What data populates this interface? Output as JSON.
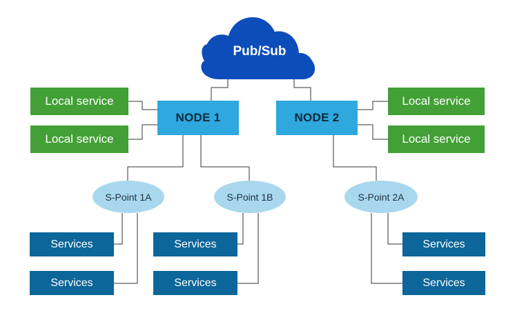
{
  "colors": {
    "cloud": "#0d4dba",
    "local": "#43a036",
    "node": "#2fa8de",
    "spoint": "#a9d8ee",
    "service": "#0d6699",
    "line": "#333333"
  },
  "cloud": {
    "label": "Pub/Sub"
  },
  "nodes": [
    {
      "label": "NODE 1"
    },
    {
      "label": "NODE 2"
    }
  ],
  "local_services": [
    {
      "label": "Local service"
    },
    {
      "label": "Local service"
    },
    {
      "label": "Local service"
    },
    {
      "label": "Local service"
    }
  ],
  "spoints": [
    {
      "label": "S-Point 1A"
    },
    {
      "label": "S-Point 1B"
    },
    {
      "label": "S-Point 2A"
    }
  ],
  "services": [
    {
      "label": "Services"
    },
    {
      "label": "Services"
    },
    {
      "label": "Services"
    },
    {
      "label": "Services"
    },
    {
      "label": "Services"
    },
    {
      "label": "Services"
    }
  ]
}
